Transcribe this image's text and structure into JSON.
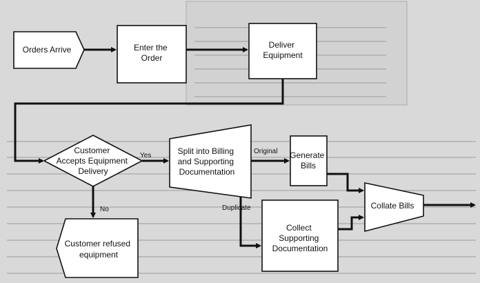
{
  "nodes": {
    "orders_arrive": "Orders Arrive",
    "enter_order": [
      "Enter the",
      "Order"
    ],
    "deliver_equipment": [
      "Deliver",
      "Equipment"
    ],
    "customer_accepts": [
      "Customer",
      "Accepts Equipment",
      "Delivery"
    ],
    "split_billing": [
      "Split into Billing",
      "and Supporting",
      "Documentation"
    ],
    "generate_bills": [
      "Generate",
      "Bills"
    ],
    "collect_docs": [
      "Collect",
      "Supporting",
      "Documentation"
    ],
    "collate_bills": "Collate Bills",
    "customer_refused": [
      "Customer refused",
      "equipment"
    ]
  },
  "edge_labels": {
    "yes": "Yes",
    "no": "No",
    "original": "Original",
    "duplicate": "Duplicate"
  },
  "colors": {
    "background": "#d9d9d9",
    "node_fill": "#ffffff",
    "stroke": "#111111"
  }
}
